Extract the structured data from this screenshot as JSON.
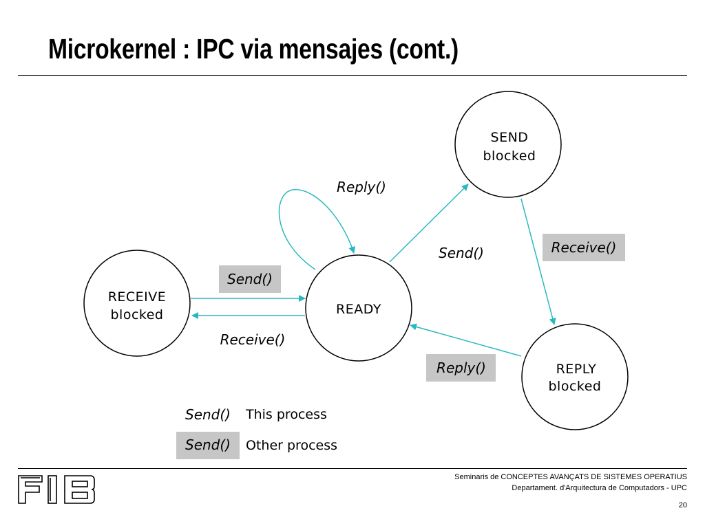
{
  "slide": {
    "title": "Microkernel : IPC via mensajes (cont.)",
    "page_number": "20"
  },
  "colors": {
    "arrow": "#2ab8c0",
    "other_process_bg": "#c6c6c6",
    "text": "#000000"
  },
  "diagram": {
    "states": {
      "receive_blocked": [
        "RECEIVE",
        "blocked"
      ],
      "ready": [
        "READY"
      ],
      "send_blocked": [
        "SEND",
        "blocked"
      ],
      "reply_blocked": [
        "REPLY",
        "blocked"
      ]
    },
    "transitions": {
      "send_to_ready": "Send()",
      "receive_from_ready": "Receive()",
      "reply_self_loop": "Reply()",
      "send_to_send_blocked": "Send()",
      "receive_to_reply_blocked": "Receive()",
      "reply_to_ready": "Reply()"
    }
  },
  "legend": {
    "this_process": {
      "label": "Send()",
      "description": "This process"
    },
    "other_process": {
      "label": "Send()",
      "description": "Other process"
    }
  },
  "footer": {
    "line1": "Seminaris de CONCEPTES AVANÇATS DE SISTEMES OPERATIUS",
    "line2": "Departament.  d'Arquitectura de Computadors - UPC",
    "logo_text": "FIB"
  }
}
